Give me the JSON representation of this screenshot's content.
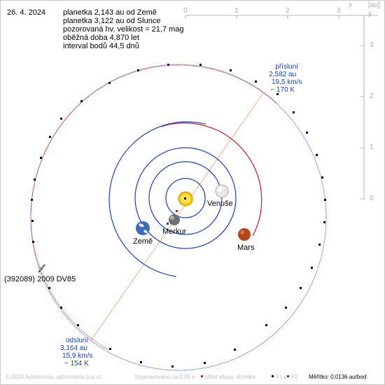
{
  "date": "26. 4. 2024",
  "info_lines": [
    "planetka 2,143 au od Země",
    "planetka 3,122 au od Slunce",
    "pozorovaná hv. velikost = 21,7 mag",
    "oběžná doba 4,870 let",
    "interval bodů 44,5 dnů"
  ],
  "axis": {
    "unit": "[au]",
    "x_corner": "x",
    "y_corner": "y",
    "x_ticks": [
      "0",
      "1",
      "2",
      "3"
    ],
    "y_ticks": [
      "3",
      "2",
      "1",
      "0"
    ]
  },
  "perihelion": {
    "title": "přísluní",
    "distance": "2,582 au",
    "speed": "19,5 km/s",
    "time": "~ 170 K"
  },
  "aphelion": {
    "title": "odsluní",
    "distance": "3,164 au",
    "speed": "15,9 km/s",
    "time": "~ 154 K"
  },
  "planets": {
    "venus": "Venuše",
    "mercury": "Merkur",
    "earth": "Země",
    "mars": "Mars"
  },
  "asteroid_name": "(392089) 2009 DV85",
  "footer": {
    "copyright": "© 2024 Astronomia, astronomia.zcu.cz",
    "generated": "Vygenerováno za 0,09 s",
    "legend_center": "střed elipsy, ohniska",
    "legend_f1": "F1 a",
    "legend_f2": "F2",
    "scale": "Měřítko: 0,0136 au/bod"
  },
  "colors": {
    "orbit_blue": "#1a3fc8",
    "orbit_red": "#cc1a1a",
    "axis_gray": "#b4b4b4",
    "apsis_line": "#f0a07a",
    "sun": "#f6c800"
  }
}
